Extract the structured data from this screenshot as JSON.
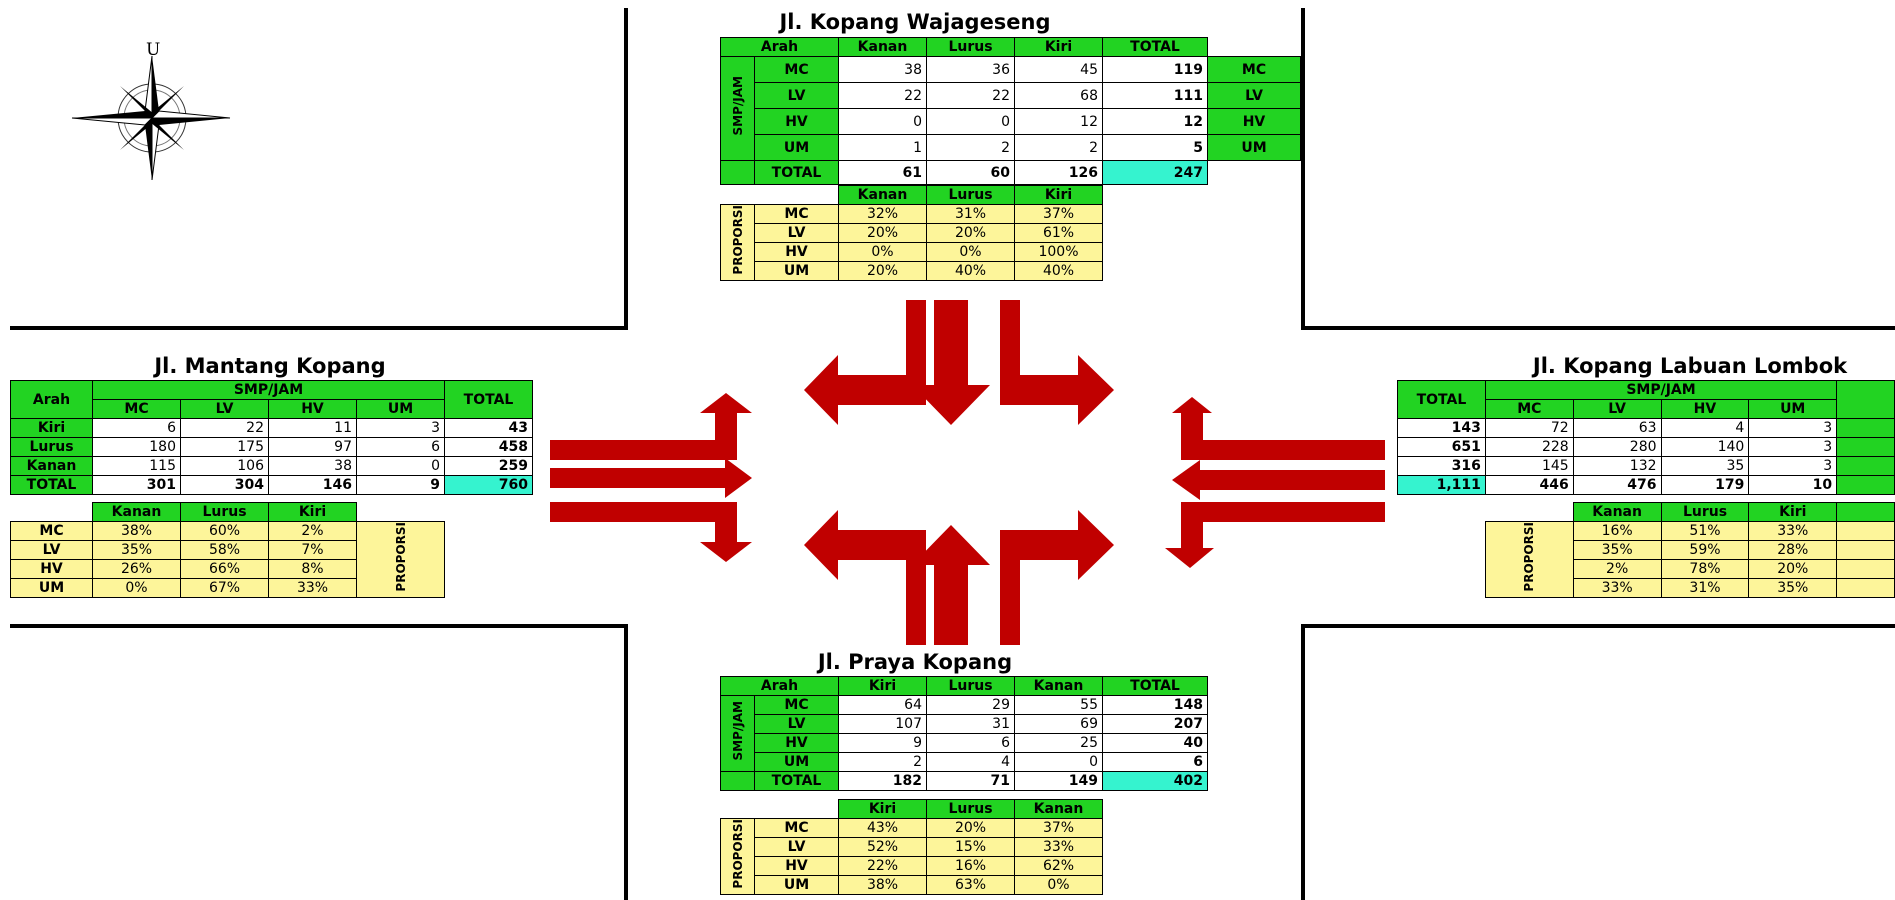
{
  "compass": {
    "label": "U"
  },
  "north": {
    "title": "Jl. Kopang Wajageseng",
    "smp_label": "SMP/JAM",
    "prop_label": "PROPORSI",
    "headers": [
      "Arah",
      "Kanan",
      "Lurus",
      "Kiri",
      "TOTAL"
    ],
    "rows": [
      {
        "label": "MC",
        "vals": [
          "38",
          "36",
          "45"
        ],
        "total": "119"
      },
      {
        "label": "LV",
        "vals": [
          "22",
          "22",
          "68"
        ],
        "total": "111"
      },
      {
        "label": "HV",
        "vals": [
          "0",
          "0",
          "12"
        ],
        "total": "12"
      },
      {
        "label": "UM",
        "vals": [
          "1",
          "2",
          "2"
        ],
        "total": "5"
      }
    ],
    "total_row": {
      "label": "TOTAL",
      "vals": [
        "61",
        "60",
        "126"
      ],
      "total": "247"
    },
    "side_labels": [
      "MC",
      "LV",
      "HV",
      "UM"
    ],
    "prop_headers": [
      "Kanan",
      "Lurus",
      "Kiri"
    ],
    "prop_rows": [
      {
        "label": "MC",
        "vals": [
          "32%",
          "31%",
          "37%"
        ]
      },
      {
        "label": "LV",
        "vals": [
          "20%",
          "20%",
          "61%"
        ]
      },
      {
        "label": "HV",
        "vals": [
          "0%",
          "0%",
          "100%"
        ]
      },
      {
        "label": "UM",
        "vals": [
          "20%",
          "40%",
          "40%"
        ]
      }
    ]
  },
  "west": {
    "title": "Jl. Mantang Kopang",
    "arah": "Arah",
    "smp_label": "SMP/JAM",
    "total_label": "TOTAL",
    "prop_label": "PROPORSI",
    "headers": [
      "MC",
      "LV",
      "HV",
      "UM"
    ],
    "rows": [
      {
        "label": "Kiri",
        "vals": [
          "6",
          "22",
          "11",
          "3"
        ],
        "total": "43"
      },
      {
        "label": "Lurus",
        "vals": [
          "180",
          "175",
          "97",
          "6"
        ],
        "total": "458"
      },
      {
        "label": "Kanan",
        "vals": [
          "115",
          "106",
          "38",
          "0"
        ],
        "total": "259"
      }
    ],
    "total_row": {
      "label": "TOTAL",
      "vals": [
        "301",
        "304",
        "146",
        "9"
      ],
      "total": "760"
    },
    "prop_headers": [
      "Kanan",
      "Lurus",
      "Kiri"
    ],
    "prop_rows": [
      {
        "label": "MC",
        "vals": [
          "38%",
          "60%",
          "2%"
        ]
      },
      {
        "label": "LV",
        "vals": [
          "35%",
          "58%",
          "7%"
        ]
      },
      {
        "label": "HV",
        "vals": [
          "26%",
          "66%",
          "8%"
        ]
      },
      {
        "label": "UM",
        "vals": [
          "0%",
          "67%",
          "33%"
        ]
      }
    ]
  },
  "east": {
    "title": "Jl. Kopang Labuan Lombok",
    "smp_label": "SMP/JAM",
    "total_label": "TOTAL",
    "prop_label": "PROPORSI",
    "headers": [
      "MC",
      "LV",
      "HV",
      "UM"
    ],
    "rows": [
      {
        "total": "143",
        "vals": [
          "72",
          "63",
          "4",
          "3"
        ]
      },
      {
        "total": "651",
        "vals": [
          "228",
          "280",
          "140",
          "3"
        ]
      },
      {
        "total": "316",
        "vals": [
          "145",
          "132",
          "35",
          "3"
        ]
      }
    ],
    "total_row": {
      "total": "1,111",
      "vals": [
        "446",
        "476",
        "179",
        "10"
      ]
    },
    "prop_headers": [
      "Kanan",
      "Lurus",
      "Kiri"
    ],
    "prop_rows": [
      {
        "vals": [
          "16%",
          "51%",
          "33%"
        ]
      },
      {
        "vals": [
          "35%",
          "59%",
          "28%"
        ]
      },
      {
        "vals": [
          "2%",
          "78%",
          "20%"
        ]
      },
      {
        "vals": [
          "33%",
          "31%",
          "35%"
        ]
      }
    ]
  },
  "south": {
    "title": "Jl. Praya Kopang",
    "smp_label": "SMP/JAM",
    "prop_label": "PROPORSI",
    "headers": [
      "Arah",
      "Kiri",
      "Lurus",
      "Kanan",
      "TOTAL"
    ],
    "rows": [
      {
        "label": "MC",
        "vals": [
          "64",
          "29",
          "55"
        ],
        "total": "148"
      },
      {
        "label": "LV",
        "vals": [
          "107",
          "31",
          "69"
        ],
        "total": "207"
      },
      {
        "label": "HV",
        "vals": [
          "9",
          "6",
          "25"
        ],
        "total": "40"
      },
      {
        "label": "UM",
        "vals": [
          "2",
          "4",
          "0"
        ],
        "total": "6"
      }
    ],
    "total_row": {
      "label": "TOTAL",
      "vals": [
        "182",
        "71",
        "149"
      ],
      "total": "402"
    },
    "prop_headers": [
      "Kiri",
      "Lurus",
      "Kanan"
    ],
    "prop_rows": [
      {
        "label": "MC",
        "vals": [
          "43%",
          "20%",
          "37%"
        ]
      },
      {
        "label": "LV",
        "vals": [
          "52%",
          "15%",
          "33%"
        ]
      },
      {
        "label": "HV",
        "vals": [
          "22%",
          "16%",
          "62%"
        ]
      },
      {
        "label": "UM",
        "vals": [
          "38%",
          "63%",
          "0%"
        ]
      }
    ]
  },
  "colors": {
    "green": "#22d322",
    "yellow": "#fdf59a",
    "cyan": "#35f3cf",
    "arrow": "#c00000"
  }
}
